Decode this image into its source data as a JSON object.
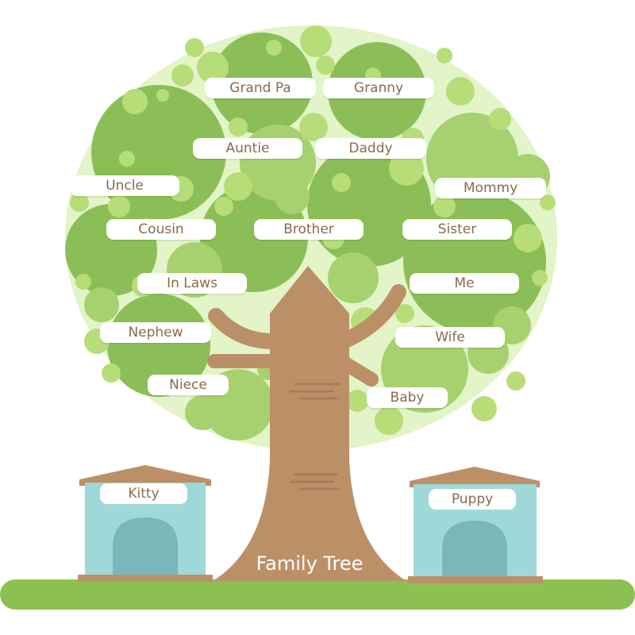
{
  "title": "Family Tree",
  "colors": {
    "canopy_bg": "#e2f4c8",
    "leaf_light": "#b7dd79",
    "leaf_mid": "#a7d16f",
    "leaf_dark": "#8cbe57",
    "trunk": "#bc9067",
    "trunk_stripe": "#a97c55",
    "roof": "#bc9067",
    "house": "#9fd8d8",
    "door": "#79b8b8",
    "grass": "#8cc152",
    "label_text": "#8a6a4c"
  },
  "members": {
    "grandpa": "Grand Pa",
    "granny": "Granny",
    "auntie": "Auntie",
    "daddy": "Daddy",
    "uncle": "Uncle",
    "mommy": "Mommy",
    "cousin": "Cousin",
    "brother": "Brother",
    "sister": "Sister",
    "inlaws": "In Laws",
    "me": "Me",
    "nephew": "Nephew",
    "wife": "Wife",
    "niece": "Niece",
    "baby": "Baby"
  },
  "pets": {
    "kitty": "Kitty",
    "puppy": "Puppy"
  }
}
